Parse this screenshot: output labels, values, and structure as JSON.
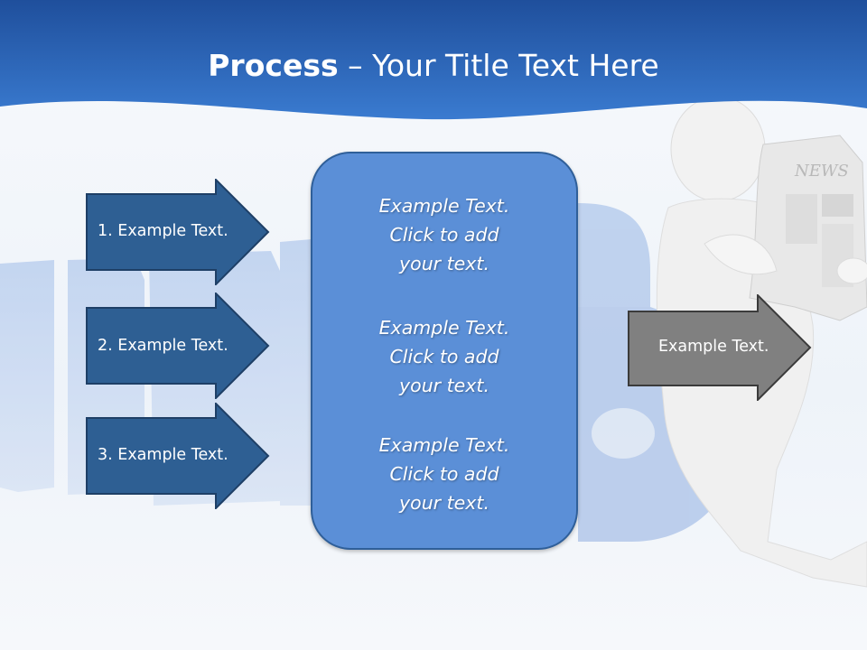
{
  "title": {
    "bold": "Process",
    "rest": " – Your Title Text Here"
  },
  "steps": [
    {
      "label": "1. Example Text."
    },
    {
      "label": "2. Example Text."
    },
    {
      "label": "3. Example Text."
    }
  ],
  "center": {
    "blocks": [
      {
        "line1": "Example Text.",
        "line2": "Click  to add",
        "line3": "your text."
      },
      {
        "line1": "Example Text.",
        "line2": "Click  to add",
        "line3": "your text."
      },
      {
        "line1": "Example Text.",
        "line2": "Click  to add",
        "line3": "your text."
      }
    ]
  },
  "result": {
    "label": "Example Text."
  },
  "colors": {
    "header_blue": "#2a63b6",
    "step_arrow_fill": "#2e5f93",
    "step_arrow_border": "#1e3f66",
    "center_box_fill": "#5b8fd7",
    "result_arrow_fill": "#808080",
    "result_arrow_border": "#3b3b3b"
  },
  "icons": {
    "background": "news-letters-figure-reading-newspaper-illustration"
  }
}
